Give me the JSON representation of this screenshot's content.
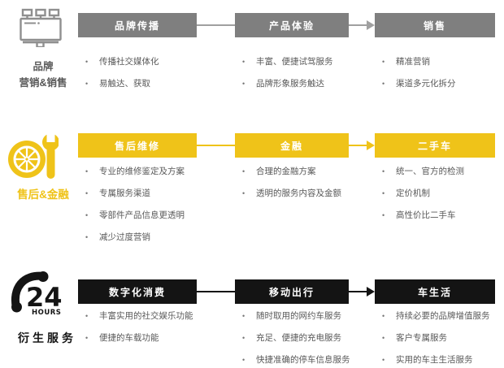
{
  "palette": {
    "gray_box": "#7F7F7F",
    "gray_line": "#A0A0A0",
    "yellow": "#EFC319",
    "black_box": "#141414",
    "bullet_text": "#595959",
    "icon_gray": "#8F8F8F"
  },
  "rows": [
    {
      "icon": "billboard-icon",
      "label_line1": "品牌",
      "label_line2": "营销&销售",
      "accent": "#7F7F7F",
      "line": "#A0A0A0",
      "stages": [
        {
          "title": "品牌传播",
          "bullets": [
            "传播社交媒体化",
            "易触达、获取"
          ]
        },
        {
          "title": "产品体验",
          "bullets": [
            "丰富、便捷试驾服务",
            "品牌形象服务触达"
          ]
        },
        {
          "title": "销售",
          "bullets": [
            "精准营销",
            "渠道多元化拆分"
          ]
        }
      ]
    },
    {
      "icon": "wheel-wrench-icon",
      "label_line1": "售后&金融",
      "label_line2": "",
      "accent": "#EFC319",
      "line": "#EFC319",
      "stages": [
        {
          "title": "售后维修",
          "bullets": [
            "专业的维修鉴定及方案",
            "专属服务渠道",
            "零部件产品信息更透明",
            "减少过度营销"
          ]
        },
        {
          "title": "金融",
          "bullets": [
            "合理的金融方案",
            "透明的服务内容及金额"
          ]
        },
        {
          "title": "二手车",
          "bullets": [
            "统一、官方的检测",
            "定价机制",
            "高性价比二手车"
          ]
        }
      ]
    },
    {
      "icon": "24-hours-phone-icon",
      "label_line1": "衍生服务",
      "label_line2": "",
      "accent": "#141414",
      "line": "#141414",
      "icon_text_large": "24",
      "icon_text_small": "HOURS",
      "stages": [
        {
          "title": "数字化消费",
          "bullets": [
            "丰富实用的社交娱乐功能",
            "便捷的车载功能"
          ]
        },
        {
          "title": "移动出行",
          "bullets": [
            "随时取用的网约车服务",
            "充足、便捷的充电服务",
            "快捷准确的停车信息服务"
          ]
        },
        {
          "title": "车生活",
          "bullets": [
            "持续必要的品牌增值服务",
            "客户专属服务",
            "实用的车主生活服务"
          ]
        }
      ]
    }
  ]
}
